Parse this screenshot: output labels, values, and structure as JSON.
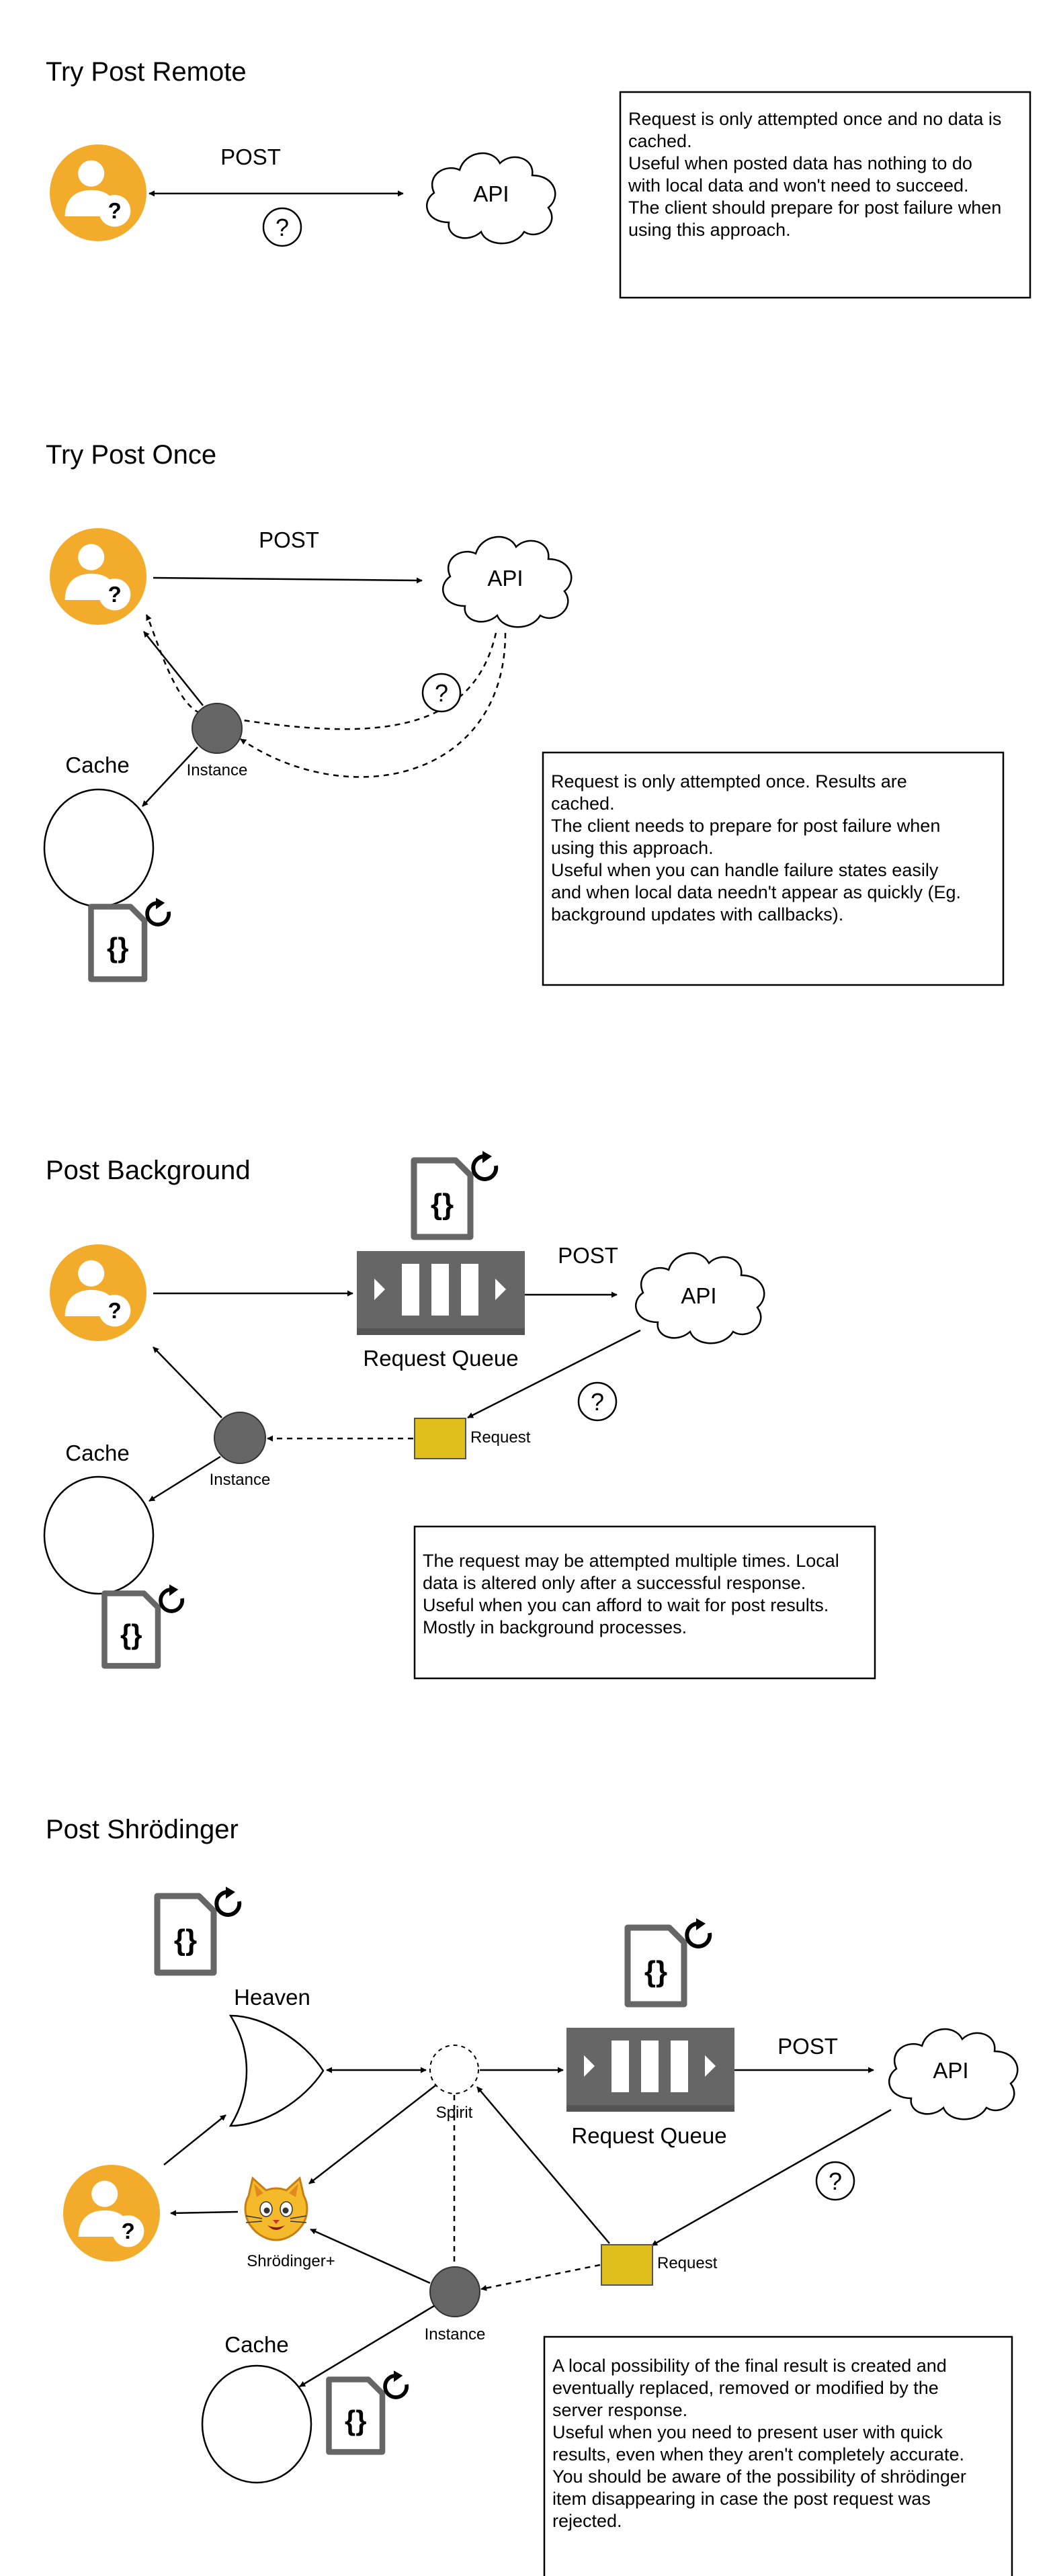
{
  "sections": [
    {
      "title": "Try Post Remote",
      "post_label": "POST",
      "api_label": "API",
      "question_mark": "?",
      "note_lines": [
        "Request is only attempted once and no data is",
        "cached.",
        "",
        "Useful when posted data has nothing to do",
        "with local data and won't need to succeed.",
        "",
        "The client should prepare for post failure when",
        "using this approach."
      ]
    },
    {
      "title": "Try Post Once",
      "post_label": "POST",
      "api_label": "API",
      "question_mark": "?",
      "instance_label": "Instance",
      "cache_label": "Cache",
      "note_lines": [
        "Request is only attempted once. Results are",
        "cached.",
        "",
        "The client needs to prepare for post failure when",
        "using this approach.",
        "",
        "Useful when you can handle failure states easily",
        "and when local data needn't appear as quickly (Eg.",
        "background updates with callbacks)."
      ]
    },
    {
      "title": "Post Background",
      "post_label": "POST",
      "api_label": "API",
      "question_mark": "?",
      "queue_label": "Request Queue",
      "request_label": "Request",
      "instance_label": "Instance",
      "cache_label": "Cache",
      "note_lines": [
        "The request may be attempted multiple times. Local",
        "data is altered only after a successful response.",
        "",
        "Useful when you can afford to wait for post results.",
        "Mostly in background processes."
      ]
    },
    {
      "title": "Post Shrödinger",
      "post_label": "POST",
      "api_label": "API",
      "question_mark": "?",
      "queue_label": "Request Queue",
      "request_label": "Request",
      "instance_label": "Instance",
      "cache_label": "Cache",
      "heaven_label": "Heaven",
      "spirit_label": "Spirit",
      "cat_label": "Shrödinger+",
      "note_lines": [
        "A local possibility of the final result is created and",
        "eventually replaced, removed or modified by the",
        "server response.",
        "",
        "Useful when you need to present user with quick",
        "results, even when they aren't completely accurate.",
        "",
        "You should be aware of the possibility of shrödinger",
        "item disappearing in case the post request was",
        "rejected."
      ]
    }
  ],
  "icons": {
    "user": "user-question-icon",
    "document": "json-document-refresh-icon",
    "queue": "request-queue-icon",
    "cloud": "cloud-icon",
    "cat": "cat-face-icon"
  },
  "colors": {
    "user_orange": "#F2AB2B",
    "gray": "#666666",
    "request_yellow": "#E0BE1B"
  }
}
